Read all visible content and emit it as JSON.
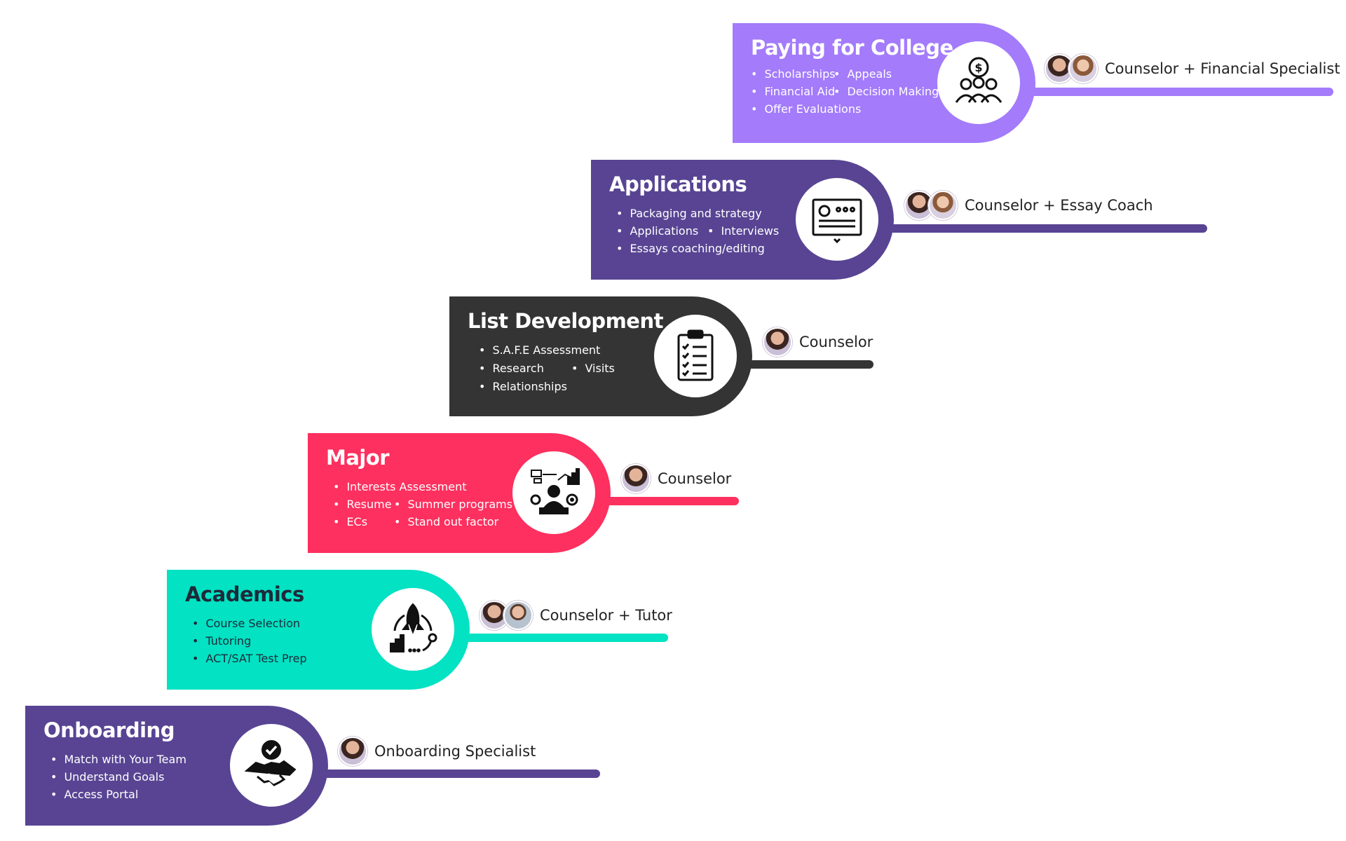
{
  "colors": {
    "paying": "#a37bfb",
    "applications": "#584493",
    "list": "#343434",
    "major": "#fd305f",
    "academics": "#03e2c3",
    "onboarding": "#584493"
  },
  "stages": {
    "paying": {
      "title": "Paying for College",
      "bullets": [
        "Scholarships",
        "Appeals",
        "Financial Aid",
        "Decision Making",
        "Offer Evaluations"
      ],
      "icon": "scholarship-people-icon",
      "team_label": "Counselor + Financial Specialist"
    },
    "applications": {
      "title": "Applications",
      "bullets": [
        "Packaging and strategy",
        "Applications",
        "Interviews",
        "Essays coaching/editing"
      ],
      "icon": "application-document-icon",
      "team_label": "Counselor + Essay Coach"
    },
    "list": {
      "title": "List Development",
      "bullets": [
        "S.A.F.E Assessment",
        "Research",
        "Visits",
        "Relationships"
      ],
      "icon": "clipboard-checklist-icon",
      "team_label": "Counselor"
    },
    "major": {
      "title": "Major",
      "bullets": [
        "Interests Assessment",
        "Resume",
        "Summer programs",
        "ECs",
        "Stand out factor"
      ],
      "icon": "career-growth-icon",
      "team_label": "Counselor"
    },
    "academics": {
      "title": "Academics",
      "bullets": [
        "Course Selection",
        "Tutoring",
        "ACT/SAT Test Prep"
      ],
      "icon": "rocket-growth-icon",
      "team_label": "Counselor + Tutor"
    },
    "onboarding": {
      "title": "Onboarding",
      "bullets": [
        "Match with Your Team",
        "Understand Goals",
        "Access Portal"
      ],
      "icon": "handshake-check-icon",
      "team_label": "Onboarding Specialist"
    }
  }
}
